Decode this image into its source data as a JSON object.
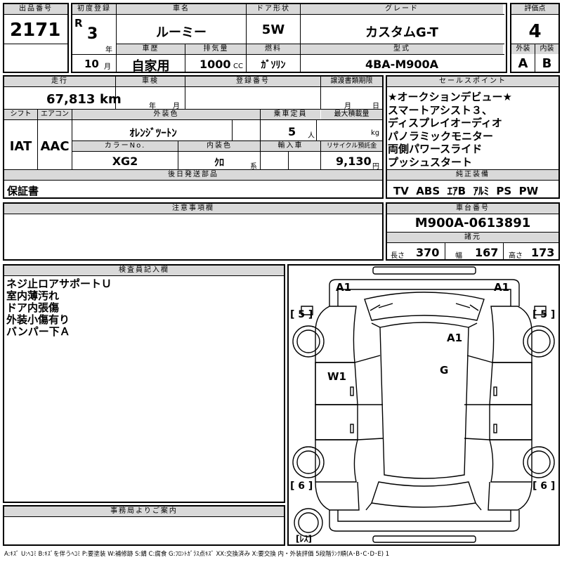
{
  "lot": {
    "label": "出品番号",
    "value": "2171"
  },
  "first_reg": {
    "label": "初度登録",
    "era": "R",
    "year": "3",
    "year_unit": "年",
    "month": "10",
    "month_unit": "月"
  },
  "car_name": {
    "label": "車名",
    "value": "ルーミー"
  },
  "door": {
    "label": "ドア形状",
    "value": "5W"
  },
  "grade": {
    "label": "グレード",
    "value": "カスタムG-T"
  },
  "score": {
    "label": "評価点",
    "value": "4"
  },
  "history": {
    "label": "車歴",
    "value": "自家用"
  },
  "displacement": {
    "label": "排気量",
    "value": "1000",
    "unit": "CC"
  },
  "fuel": {
    "label": "燃料",
    "value": "ｶﾞｿﾘﾝ"
  },
  "model": {
    "label": "型式",
    "value": "4BA-M900A"
  },
  "exterior_grade": {
    "label": "外装",
    "value": "A"
  },
  "interior_grade": {
    "label": "内装",
    "value": "B"
  },
  "mileage": {
    "label": "走行",
    "value": "67,813",
    "unit": "km"
  },
  "inspection": {
    "label": "車検",
    "year_unit": "年",
    "month_unit": "月"
  },
  "reg_no": {
    "label": "登録番号"
  },
  "transfer_deadline": {
    "label": "譲渡書類期限",
    "month_unit": "月",
    "day_unit": "日"
  },
  "shift": {
    "label": "シフト",
    "value": "IAT"
  },
  "aircon": {
    "label": "エアコン",
    "value": "AAC"
  },
  "ext_color": {
    "label": "外装色",
    "value": "ｵﾚﾝｼﾞﾂｰﾄﾝ"
  },
  "capacity": {
    "label": "乗車定員",
    "value": "5",
    "unit": "人"
  },
  "max_load": {
    "label": "最大積載量",
    "unit": "kg"
  },
  "color_no": {
    "label": "カラーNo.",
    "value": "XG2"
  },
  "int_color": {
    "label": "内装色",
    "value": "ｸﾛ",
    "unit": "系"
  },
  "import": {
    "label": "輸入車"
  },
  "recycle": {
    "label": "リサイクル預託金",
    "value": "9,130",
    "unit": "円"
  },
  "later_parts": {
    "label": "後日発送部品",
    "value": "保証書"
  },
  "sales_points": {
    "label": "セールスポイント",
    "items": [
      "★オークションデビュー★",
      "スマートアシスト３、",
      "ディスプレイオーディオ",
      "パノラミックモニター",
      "両側パワースライド",
      "プッシュスタート"
    ]
  },
  "equipment": {
    "label": "純正装備",
    "value": "TV  ABS  ｴｱB  ｱﾙﾐ  PS  PW"
  },
  "notes": {
    "label": "注意事項欄"
  },
  "chassis": {
    "label": "車台番号",
    "value": "M900A-0613891"
  },
  "dims": {
    "label": "諸元",
    "length_label": "長さ",
    "length": "370",
    "width_label": "幅",
    "width": "167",
    "height_label": "高さ",
    "height": "173"
  },
  "inspector": {
    "label": "検査員記入欄",
    "lines": [
      "ネジ止ロアサポートＵ",
      "室内薄汚れ",
      "ドア内張傷",
      "外装小傷有り",
      "バンパー下Ａ"
    ]
  },
  "office": {
    "label": "事務局よりご案内"
  },
  "diagram": {
    "a1_left": "A1",
    "a1_right": "A1",
    "a1_roof": "A1",
    "g": "G",
    "w1": "W1",
    "tire_fl": "[ 5 ]",
    "tire_fr": "[ 5 ]",
    "tire_rl": "[ 6 ]",
    "tire_rr": "[ 6 ]",
    "spare": "[ﾚｽ]"
  },
  "legend": "A:ｷｽﾞ U:ﾍｺﾐ B:ｷｽﾞを伴うﾍｺﾐ P:要塗装 W:補修跡 S:錆 C:腐食 G:ﾌﾛﾝﾄｶﾞﾗｽ点ｷｽﾞ XX:交換済み X:要交換  内・外装評価 5段階ﾗﾝｸ順(A･B･C･D･E) 1"
}
